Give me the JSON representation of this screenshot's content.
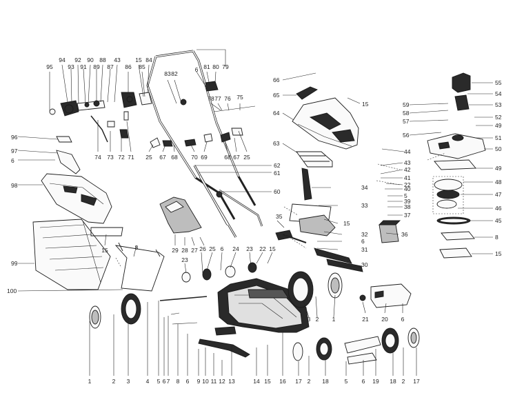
{
  "callouts": {
    "b": [
      "1",
      "2",
      "3",
      "4",
      "5",
      "6",
      "7",
      "8",
      "6",
      "9",
      "10",
      "11",
      "12",
      "13",
      "14",
      "15",
      "16",
      "17",
      "2",
      "18",
      "5",
      "6",
      "19",
      "18",
      "2",
      "17"
    ],
    "tl": [
      "95",
      "94",
      "93",
      "92",
      "91",
      "90",
      "89",
      "88",
      "87",
      "43",
      "86",
      "15",
      "85",
      "84",
      "83",
      "82",
      "6",
      "81",
      "80",
      "79",
      "78",
      "77",
      "76",
      "75"
    ],
    "mh": [
      "96",
      "97",
      "6",
      "98",
      "74",
      "73",
      "72",
      "71",
      "25",
      "67",
      "68",
      "70",
      "69",
      "68",
      "67",
      "25",
      "62",
      "61",
      "60"
    ],
    "lw": [
      "99",
      "100",
      "15",
      "8",
      "29",
      "28",
      "27",
      "26",
      "25",
      "6",
      "24",
      "23",
      "22",
      "15",
      "23",
      "3",
      "2",
      "1"
    ],
    "mc": [
      "66",
      "65",
      "15",
      "64",
      "63",
      "34",
      "33",
      "35",
      "15",
      "32",
      "6",
      "31",
      "30",
      "36",
      "21",
      "20",
      "6"
    ],
    "mr": [
      "59",
      "58",
      "57",
      "56",
      "44",
      "43",
      "42",
      "41",
      "22",
      "40",
      "5",
      "39",
      "38",
      "37"
    ],
    "rt": [
      "55",
      "54",
      "53",
      "52",
      "49",
      "51",
      "50",
      "49",
      "48",
      "47",
      "46",
      "45",
      "8",
      "15"
    ]
  }
}
